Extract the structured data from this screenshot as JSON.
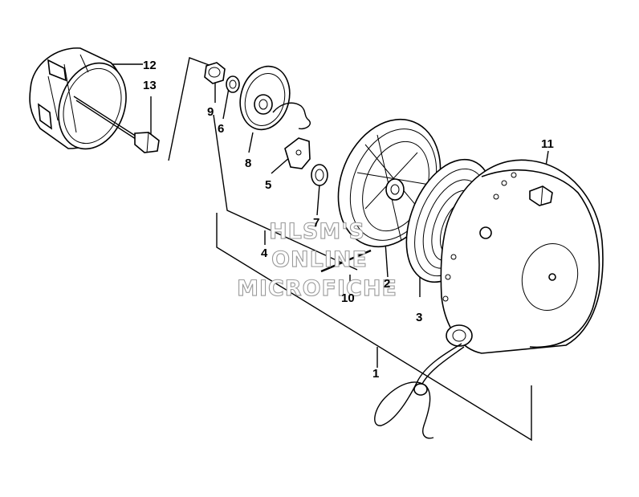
{
  "labels": {
    "p1": "1",
    "p2": "2",
    "p3": "3",
    "p4": "4",
    "p5": "5",
    "p6": "6",
    "p7": "7",
    "p8": "8",
    "p9": "9",
    "p10": "10",
    "p11": "11",
    "p12": "12",
    "p13": "13"
  },
  "watermark": {
    "line1": "HLSM'S",
    "line2": "ONLINE",
    "line3": "MICROFICHE"
  }
}
